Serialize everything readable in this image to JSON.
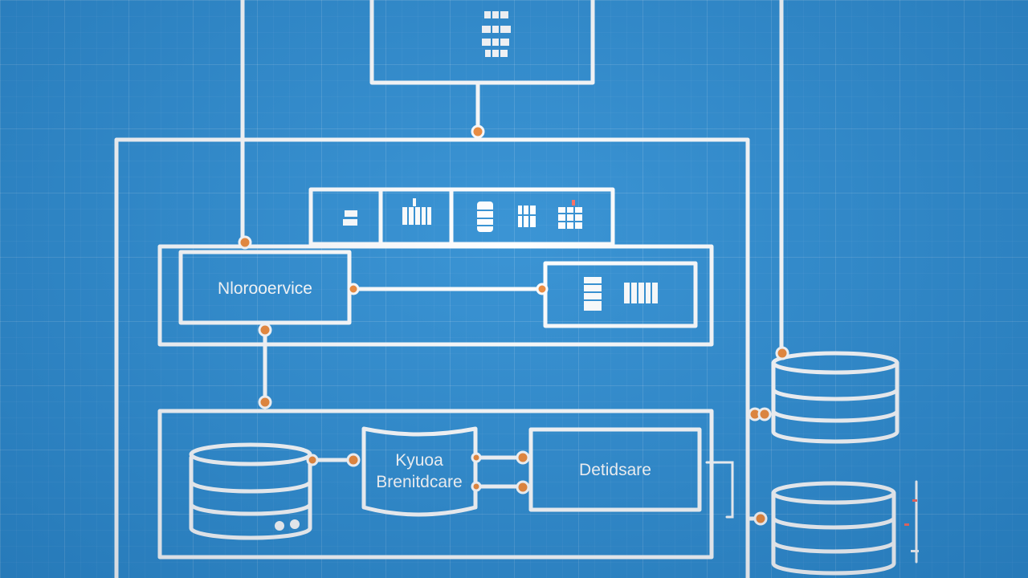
{
  "diagram": {
    "labels": {
      "microservice": "Nlorooervice",
      "queue_line1": "Kyuoa",
      "queue_line2": "Brenitdcare",
      "database": "Detidsare"
    }
  },
  "colors": {
    "background": "#2f8ed2",
    "line": "#ffffff",
    "connector": "#f08a38"
  }
}
